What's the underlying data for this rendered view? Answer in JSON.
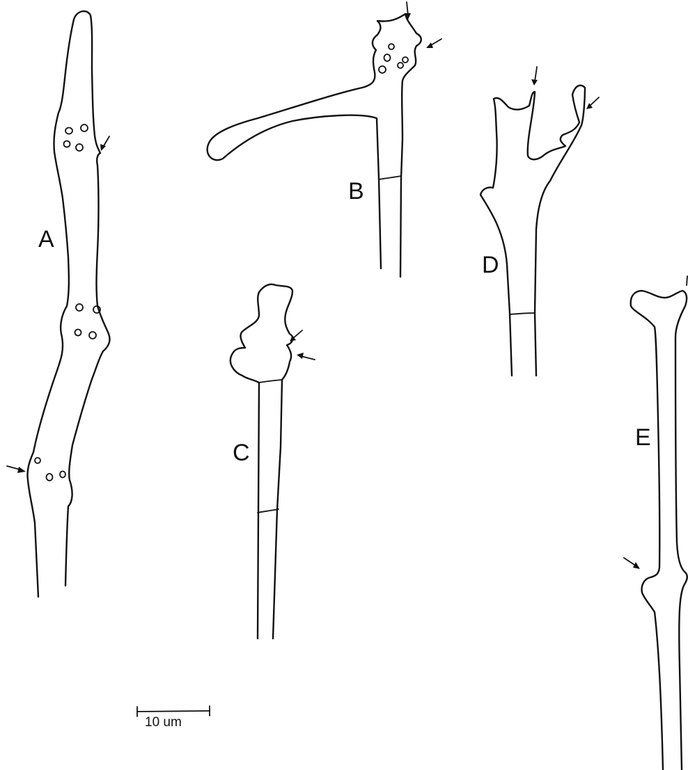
{
  "panels": {
    "a": {
      "label": "A"
    },
    "b": {
      "label": "B"
    },
    "c": {
      "label": "C"
    },
    "d": {
      "label": "D"
    },
    "e": {
      "label": "E"
    }
  },
  "scale_bar": {
    "text": "10 um"
  }
}
